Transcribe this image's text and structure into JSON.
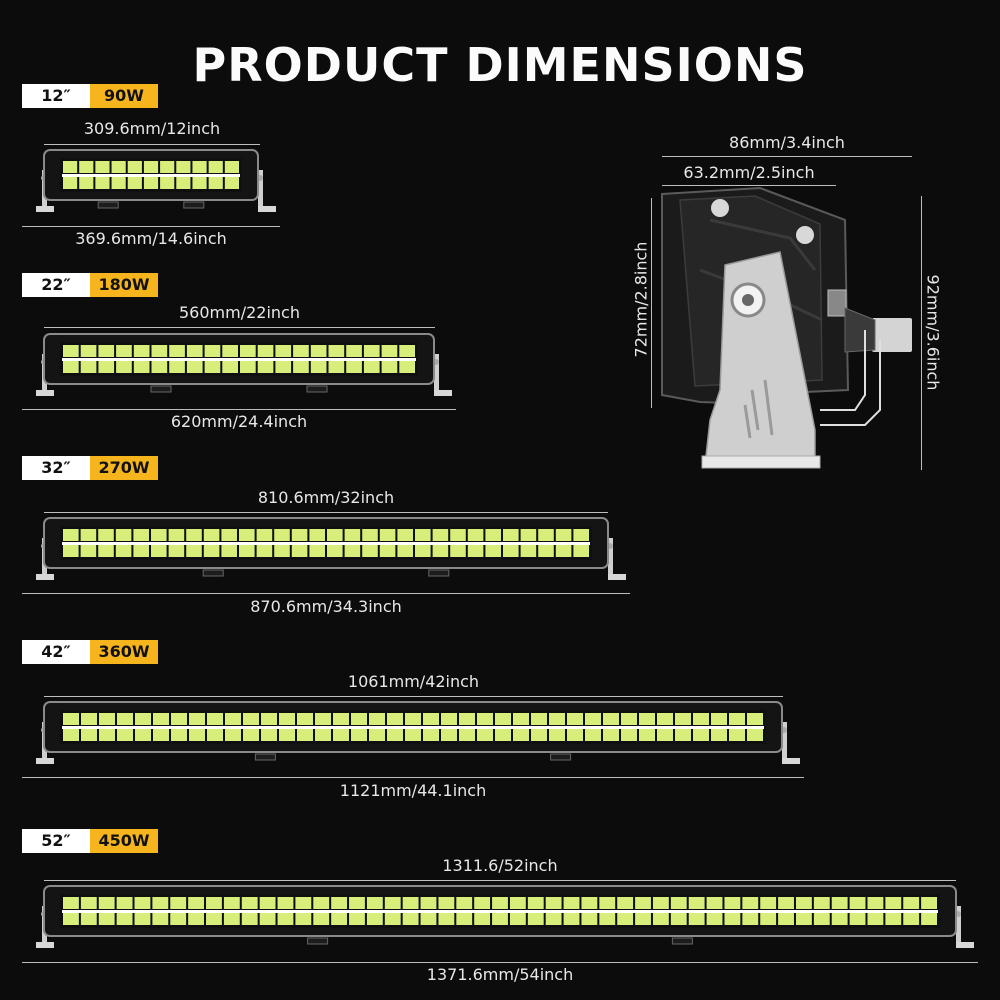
{
  "title": "PRODUCT DIMENSIONS",
  "colors": {
    "accent": "#f6b51c",
    "led": "#d7ef7a",
    "background": "#0c0c0c"
  },
  "models": [
    {
      "size": "12″",
      "power": "90W",
      "inner": "309.6mm/12inch",
      "outer": "369.6mm/14.6inch",
      "leds": 11
    },
    {
      "size": "22″",
      "power": "180W",
      "inner": "560mm/22inch",
      "outer": "620mm/24.4inch",
      "leds": 20
    },
    {
      "size": "32″",
      "power": "270W",
      "inner": "810.6mm/32inch",
      "outer": "870.6mm/34.3inch",
      "leds": 30
    },
    {
      "size": "42″",
      "power": "360W",
      "inner": "1061mm/42inch",
      "outer": "1121mm/44.1inch",
      "leds": 39
    },
    {
      "size": "52″",
      "power": "450W",
      "inner": "1311.6/52inch",
      "outer": "1371.6mm/54inch",
      "leds": 49
    }
  ],
  "side_view": {
    "overall_width": "86mm/3.4inch",
    "body_width": "63.2mm/2.5inch",
    "body_height": "72mm/2.8inch",
    "overall_height": "92mm/3.6inch"
  }
}
